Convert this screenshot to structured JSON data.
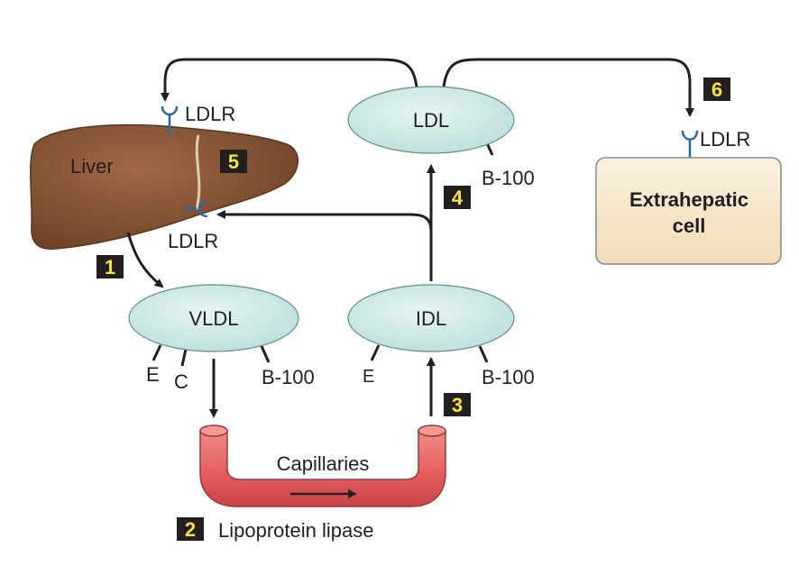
{
  "nodes": {
    "liver": "Liver",
    "vldl": "VLDL",
    "idl": "IDL",
    "ldl": "LDL",
    "cell_line1": "Extrahepatic",
    "cell_line2": "cell",
    "capillaries": "Capillaries"
  },
  "receptors": {
    "liver_top": "LDLR",
    "liver_bottom": "LDLR",
    "cell": "LDLR"
  },
  "apoproteins": {
    "vldl_e": "E",
    "vldl_c": "C",
    "vldl_b100": "B-100",
    "idl_e": "E",
    "idl_b100": "B-100",
    "ldl_b100": "B-100"
  },
  "steps": {
    "s1": "1",
    "s2": "2",
    "s2_label": "Lipoprotein lipase",
    "s3": "3",
    "s4": "4",
    "s5": "5",
    "s6": "6"
  },
  "colors": {
    "lipoprotein_fill": "#cfe9e6",
    "liver_fill": "#8a5a3c",
    "cell_fill": "#f7ead2",
    "capillary_fill": "#e6666a",
    "receptor": "#2a6a9e",
    "step_box": "#231f20",
    "step_text": "#f5e63b"
  }
}
